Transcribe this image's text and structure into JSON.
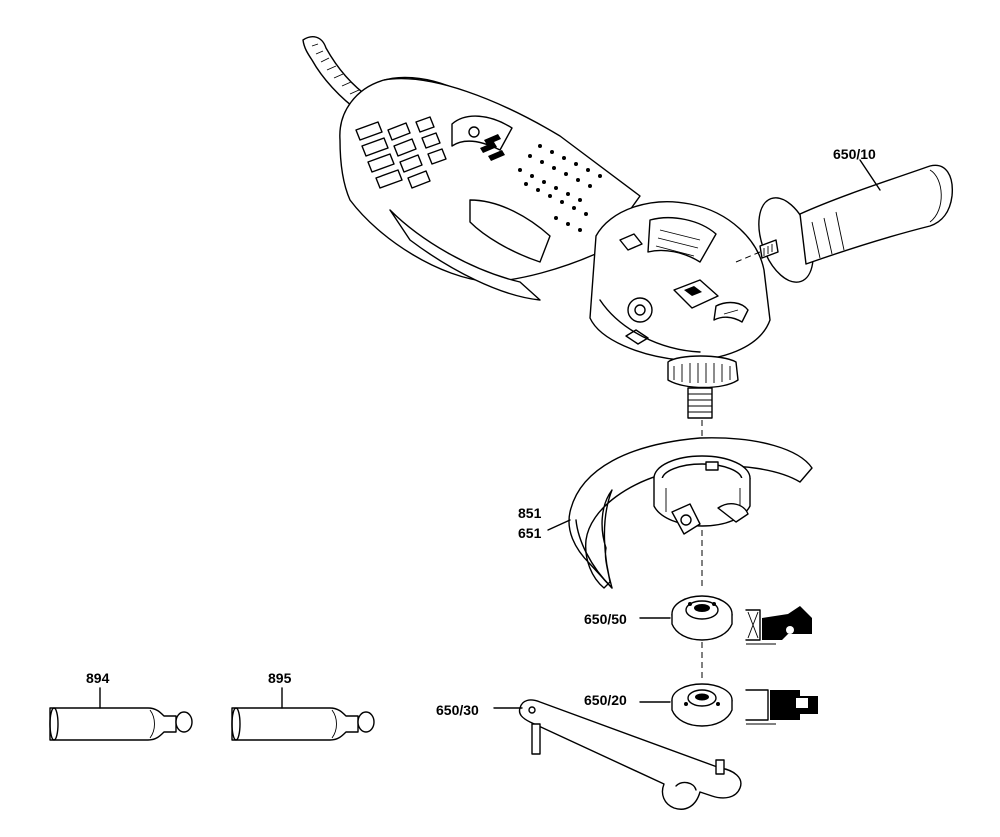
{
  "diagram": {
    "labels": {
      "side_handle": "650/10",
      "guard_a": "851",
      "guard_b": "651",
      "clamping_nut": "650/50",
      "mounting_flange": "650/20",
      "pin_spanner": "650/30",
      "grease_tube_a": "894",
      "grease_tube_b": "895"
    }
  }
}
